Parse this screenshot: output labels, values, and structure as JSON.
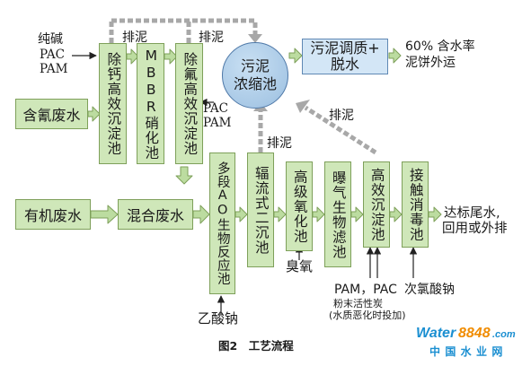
{
  "nodes": {
    "cyanide_wastewater": "含氰废水",
    "organic_wastewater": "有机废水",
    "calcium_removal_tank": "除钙高效沉淀池",
    "mbbr_nitrification": "MBBR硝化池",
    "fluoride_removal_tank": "除氟高效沉淀池",
    "mixed_wastewater": "混合废水",
    "multistage_ao": "多段AO生物反应池",
    "radial_secondary_clarifier": "辐流式二沉池",
    "advanced_oxidation": "高级氧化池",
    "baf_filter": "曝气生物滤池",
    "high_efficiency_sedimentation": "高效沉淀池",
    "contact_disinfection": "接触消毒池",
    "sludge_thickener": [
      "污泥",
      "浓缩池"
    ],
    "sludge_conditioning": [
      "污泥调质+",
      "脱水"
    ]
  },
  "labels": {
    "soda_ash": "纯碱",
    "pac_1": "PAC",
    "pam_1": "PAM",
    "sludge_discharge_1": "排泥",
    "sludge_discharge_2": "排泥",
    "pac_2": "PAC",
    "pam_2": "PAM",
    "sludge_discharge_3": "排泥",
    "sludge_discharge_4": "排泥",
    "cake_line_1": "60% 含水率",
    "cake_line_2": "泥饼外运",
    "effluent_line_1": "达标尾水,",
    "effluent_line_2": "回用或外排",
    "sodium_acetate": "乙酸钠",
    "ozone": "臭氧",
    "pam_pac": "PAM，PAC",
    "sodium_hypochlorite": "次氯酸钠",
    "pac_note_1": "粉末活性炭",
    "pac_note_2": "(水质恶化时投加)"
  },
  "caption": "图2　工艺流程",
  "watermark": {
    "brand_a": "Water",
    "brand_b": "8848",
    "brand_c": ".com",
    "cn": "中 国 水 业 网"
  },
  "colors": {
    "process_box_fill": "#cfe7b9",
    "process_box_border": "#7ea05a",
    "sludge_box_fill": "#d3e6f6",
    "thickener_fill": "#a9c9e6",
    "arrow_fill": "#bcdca0",
    "sludge_return_line": "#a8a8a8",
    "watermark_blue": "#1b8fd1",
    "watermark_orange": "#f08c00"
  }
}
